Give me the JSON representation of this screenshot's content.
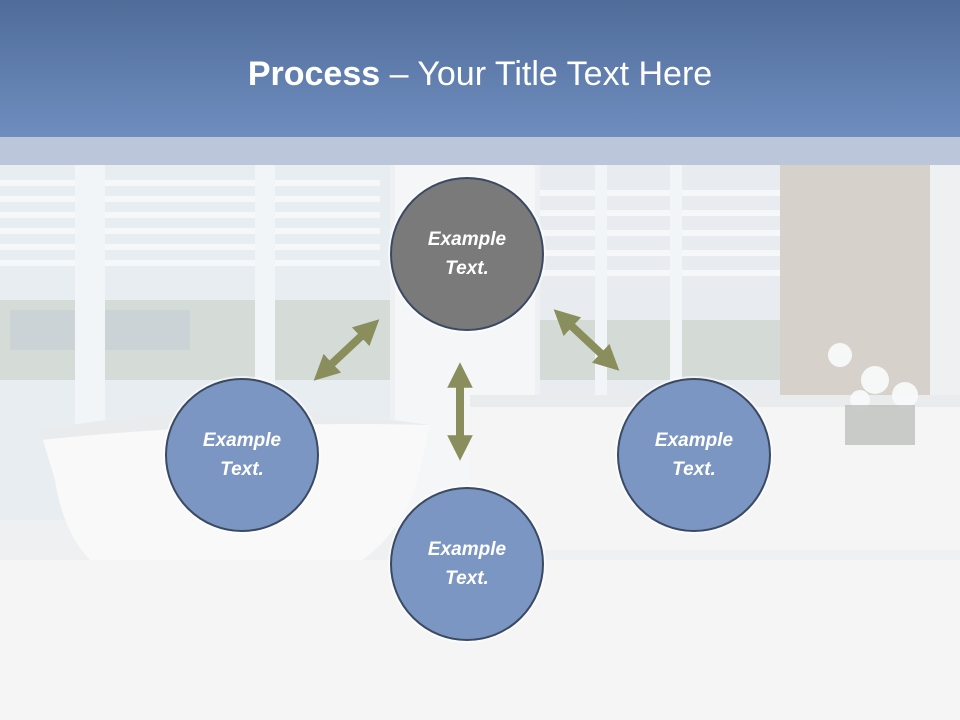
{
  "title": {
    "bold": "Process",
    "rest": " – Your Title Text Here"
  },
  "colors": {
    "header": "#5f7db0",
    "circle_top": "#7a7a7a",
    "circle_blue": "#7b96c2",
    "arrow": "#8a8d5c"
  },
  "nodes": [
    {
      "line1": "Example",
      "line2": "Text."
    },
    {
      "line1": "Example",
      "line2": "Text."
    },
    {
      "line1": "Example",
      "line2": "Text."
    },
    {
      "line1": "Example",
      "line2": "Text."
    }
  ]
}
